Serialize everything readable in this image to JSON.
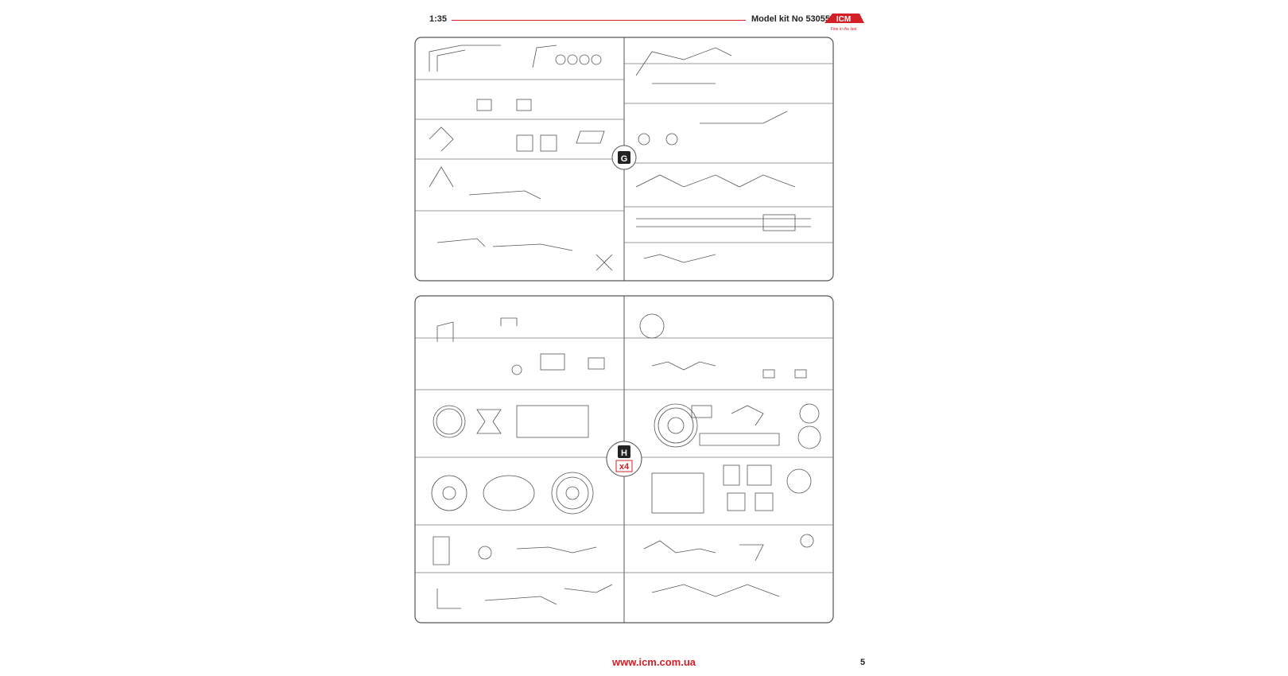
{
  "header": {
    "scale": "1:35",
    "kit_number": "Model kit No 53055",
    "logo_text": "ICM",
    "logo_tagline": "Fine in the last"
  },
  "sprues": [
    {
      "letter": "G",
      "multiplier": ""
    },
    {
      "letter": "H",
      "multiplier": "x4"
    }
  ],
  "footer": {
    "url": "www.icm.com.ua",
    "page_number": "5"
  },
  "colors": {
    "accent": "#d32027",
    "line": "#555555",
    "text": "#222222"
  }
}
